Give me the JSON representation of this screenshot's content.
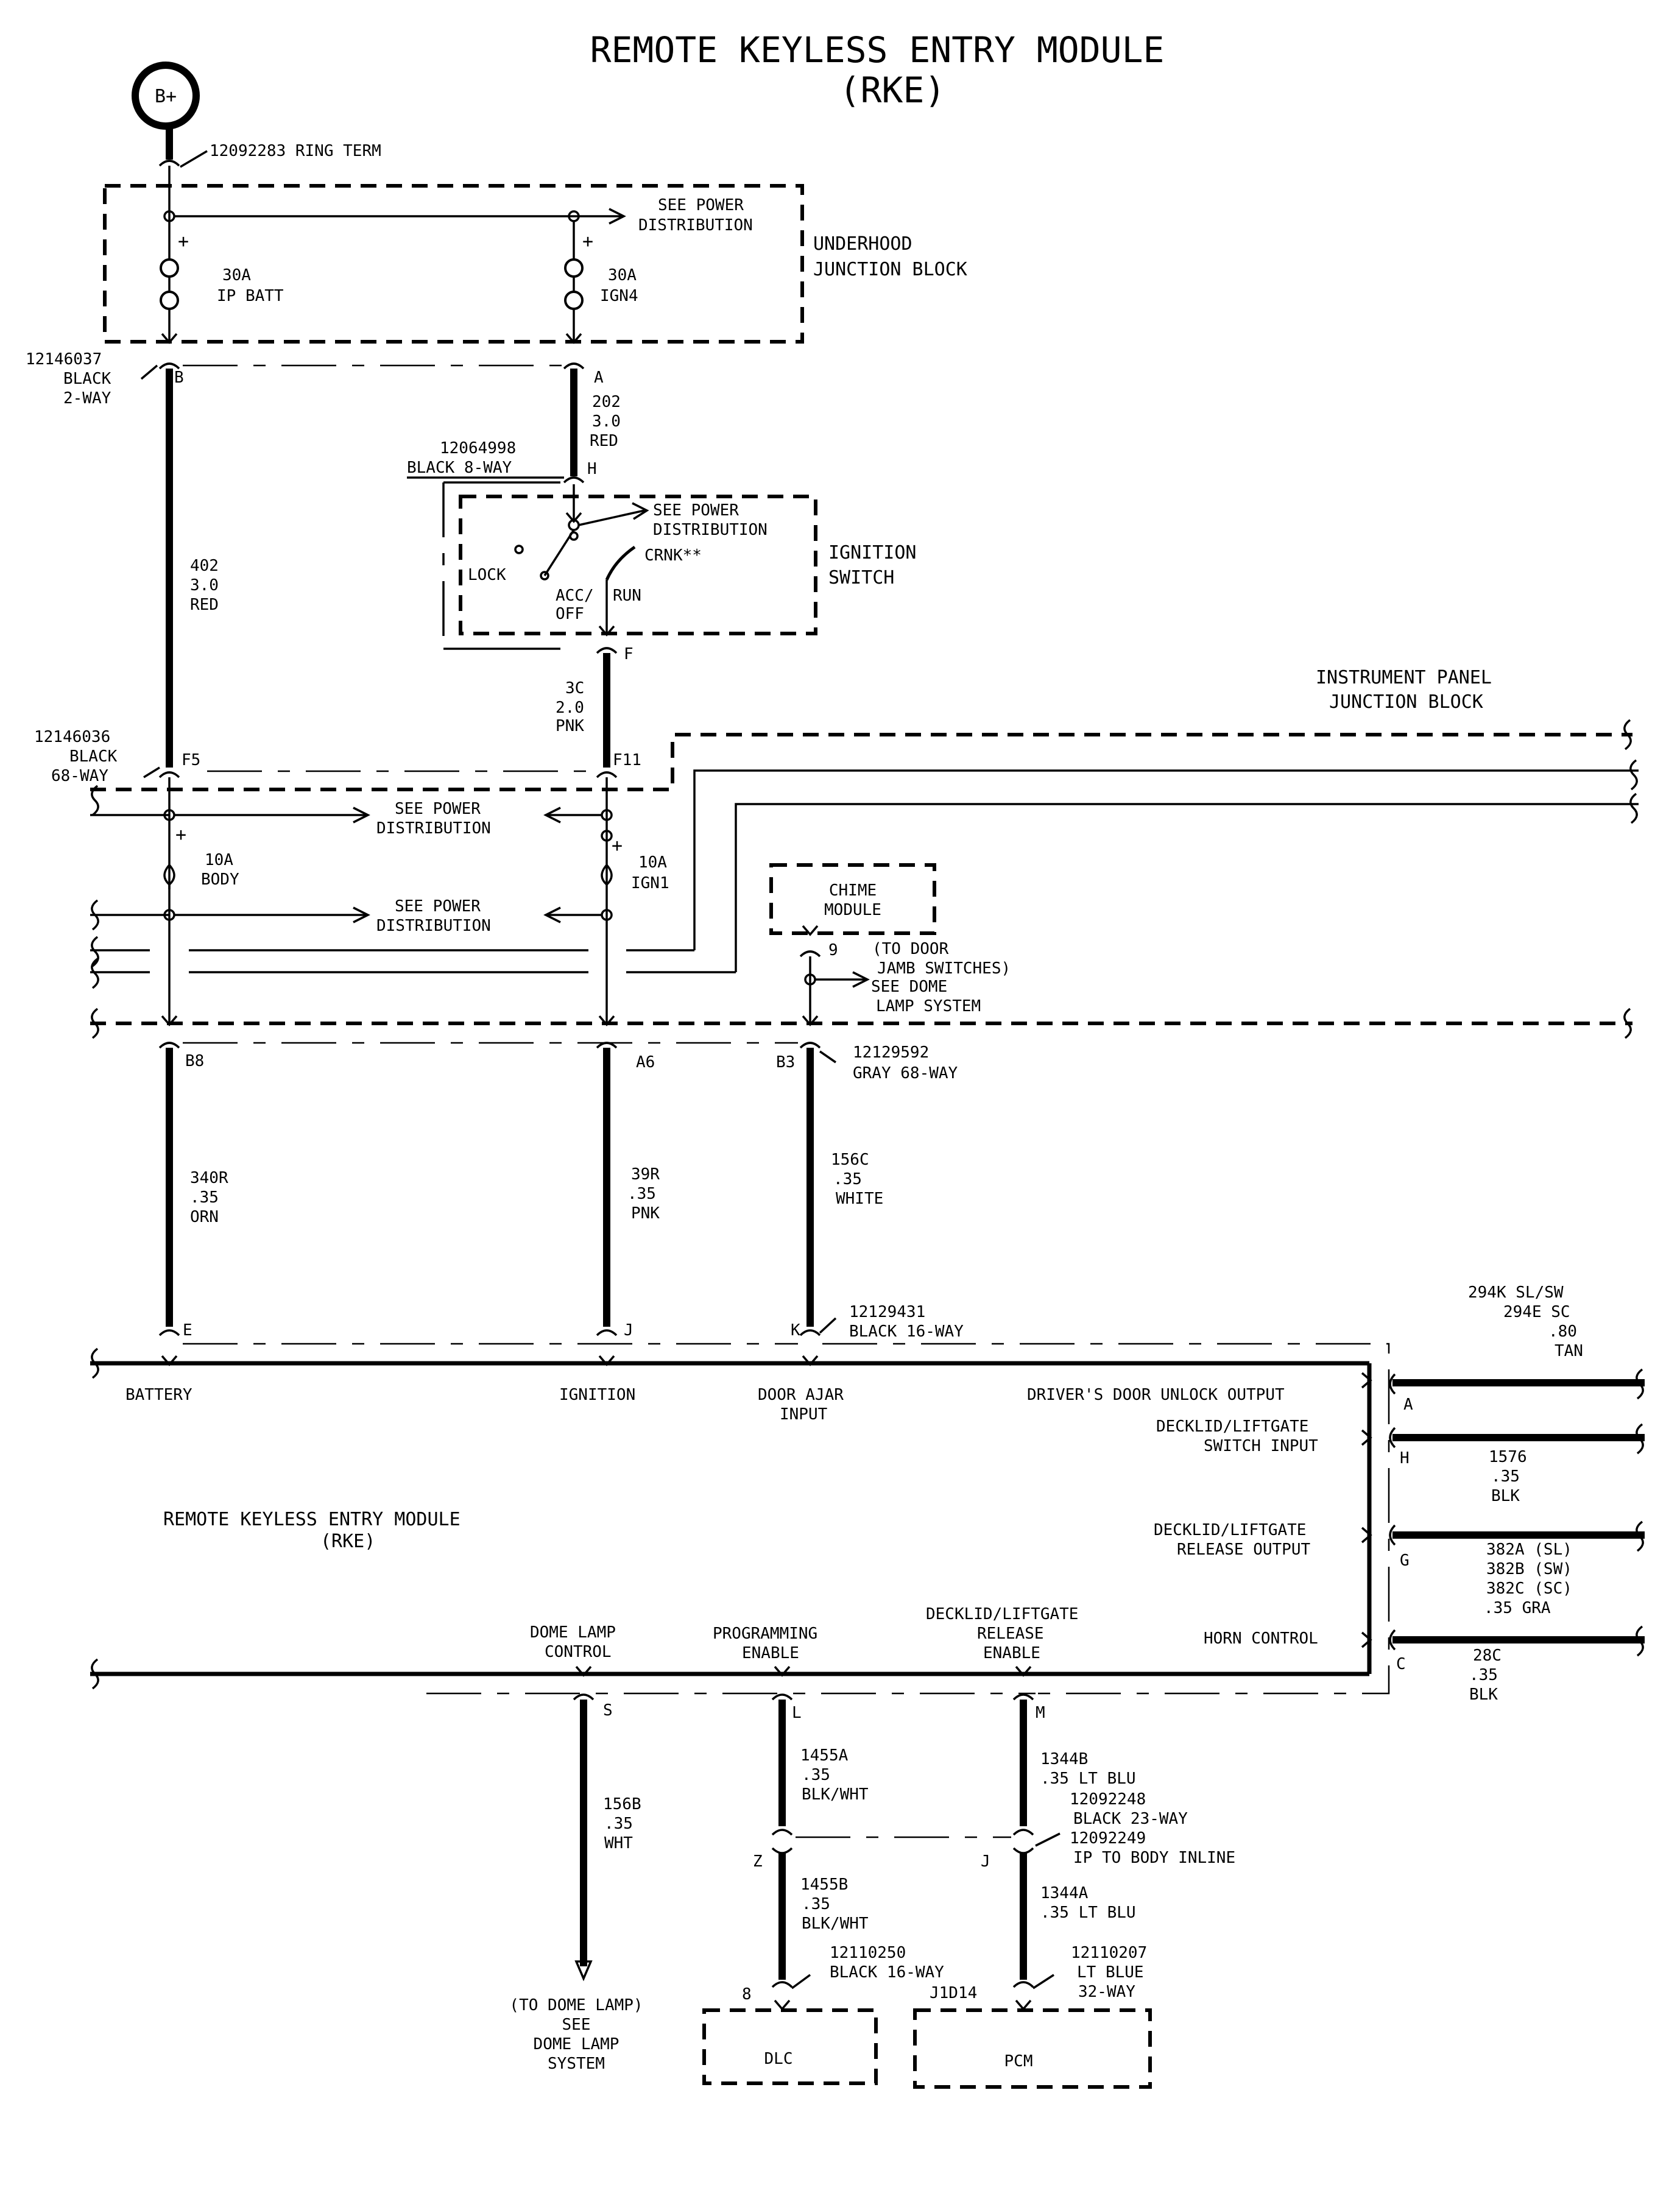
{
  "title": {
    "line1": "REMOTE KEYLESS ENTRY MODULE",
    "line2": "(RKE)"
  },
  "battery": {
    "label": "B+",
    "ring_term": "12092283 RING TERM"
  },
  "underhood": {
    "name_line1": "UNDERHOOD",
    "name_line2": "JUNCTION BLOCK",
    "see_power_1": "SEE POWER",
    "see_power_2": "DISTRIBUTION",
    "fuse1_amp": "30A",
    "fuse1_name": "IP BATT",
    "fuse2_amp": "30A",
    "fuse2_name": "IGN4",
    "plus": "+",
    "conn_part": "12146037",
    "conn_color": "BLACK",
    "conn_way": "2-WAY",
    "pin_b": "B",
    "pin_a": "A"
  },
  "wire_202": {
    "num": "202",
    "gauge": "3.0",
    "color": "RED"
  },
  "wire_402": {
    "num": "402",
    "gauge": "3.0",
    "color": "RED"
  },
  "ignition_conn": {
    "part": "12064998",
    "desc": "BLACK 8-WAY",
    "pin_h": "H",
    "pin_f": "F"
  },
  "ignition_switch": {
    "name_line1": "IGNITION",
    "name_line2": "SWITCH",
    "see_power_1": "SEE POWER",
    "see_power_2": "DISTRIBUTION",
    "lock": "LOCK",
    "acc": "ACC/",
    "off": "OFF",
    "run": "RUN",
    "crnk": "CRNK**"
  },
  "wire_3c": {
    "num": "3C",
    "gauge": "2.0",
    "color": "PNK"
  },
  "ipjb": {
    "name_line1": "INSTRUMENT PANEL",
    "name_line2": "JUNCTION BLOCK",
    "conn_part": "12146036",
    "conn_color": "BLACK",
    "conn_way": "68-WAY",
    "pin_f5": "F5",
    "pin_f11": "F11",
    "fuse1_amp": "10A",
    "fuse1_name": "BODY",
    "fuse2_amp": "10A",
    "fuse2_name": "IGN1",
    "see_power_1": "SEE POWER",
    "see_power_2": "DISTRIBUTION",
    "plus": "+"
  },
  "chime": {
    "line1": "CHIME",
    "line2": "MODULE",
    "pin": "9",
    "note1": "(TO DOOR",
    "note2": "JAMB SWITCHES)",
    "note3": "SEE DOME",
    "note4": "LAMP SYSTEM"
  },
  "ipjb_out": {
    "pin_b8": "B8",
    "pin_a6": "A6",
    "pin_b3": "B3",
    "part": "12129592",
    "desc": "GRAY 68-WAY"
  },
  "wire_340r": {
    "num": "340R",
    "gauge": ".35",
    "color": "ORN"
  },
  "wire_39r": {
    "num": "39R",
    "gauge": ".35",
    "color": "PNK"
  },
  "wire_156c": {
    "num": "156C",
    "gauge": ".35",
    "color": "WHITE"
  },
  "rke_conn": {
    "part": "12129431",
    "desc": "BLACK 16-WAY",
    "pin_e": "E",
    "pin_j": "J",
    "pin_k": "K"
  },
  "rke": {
    "name_line1": "REMOTE KEYLESS ENTRY MODULE",
    "name_line2": "(RKE)",
    "battery": "BATTERY",
    "ignition": "IGNITION",
    "door_ajar_1": "DOOR AJAR",
    "door_ajar_2": "INPUT",
    "dd_unlock": "DRIVER'S DOOR UNLOCK OUTPUT",
    "dl_switch_1": "DECKLID/LIFTGATE",
    "dl_switch_2": "SWITCH INPUT",
    "dl_release_1": "DECKLID/LIFTGATE",
    "dl_release_2": "RELEASE OUTPUT",
    "horn": "HORN CONTROL",
    "dome_1": "DOME LAMP",
    "dome_2": "CONTROL",
    "prog_1": "PROGRAMMING",
    "prog_2": "ENABLE",
    "dlr_1": "DECKLID/LIFTGATE",
    "dlr_2": "RELEASE",
    "dlr_3": "ENABLE"
  },
  "right_wires": {
    "w294_1": "294K SL/SW",
    "w294_2": "294E SC",
    "w294_3": ".80",
    "w294_4": "TAN",
    "pin_a": "A",
    "w1576_1": "1576",
    "w1576_2": ".35",
    "w1576_3": "BLK",
    "pin_h": "H",
    "w382_1": "382A (SL)",
    "w382_2": "382B (SW)",
    "w382_3": "382C (SC)",
    "w382_4": ".35   GRA",
    "pin_g": "G",
    "w28c_1": "28C",
    "w28c_2": ".35",
    "w28c_3": "BLK",
    "pin_c": "C"
  },
  "bottom": {
    "pin_s": "S",
    "pin_l": "L",
    "pin_m": "M",
    "w156b_1": "156B",
    "w156b_2": ".35",
    "w156b_3": "WHT",
    "dome_note_1": "(TO DOME LAMP)",
    "dome_note_2": "SEE",
    "dome_note_3": "DOME LAMP",
    "dome_note_4": "SYSTEM",
    "w1455a_1": "1455A",
    "w1455a_2": ".35",
    "w1455a_3": "BLK/WHT",
    "w1344b_1": "1344B",
    "w1344b_2": ".35   LT BLU",
    "inline_part1": "12092248",
    "inline_desc1": "BLACK 23-WAY",
    "inline_part2": "12092249",
    "inline_desc2": "IP TO BODY INLINE",
    "pin_z": "Z",
    "pin_j": "J",
    "w1455b_1": "1455B",
    "w1455b_2": ".35",
    "w1455b_3": "BLK/WHT",
    "w1344a_1": "1344A",
    "w1344a_2": ".35   LT BLU",
    "dlc_part": "12110250",
    "dlc_desc": "BLACK 16-WAY",
    "dlc_pin": "8",
    "dlc": "DLC",
    "pcm_part": "12110207",
    "pcm_desc1": "LT BLUE",
    "pcm_desc2": "32-WAY",
    "pcm_pin": "J1D14",
    "pcm": "PCM"
  }
}
